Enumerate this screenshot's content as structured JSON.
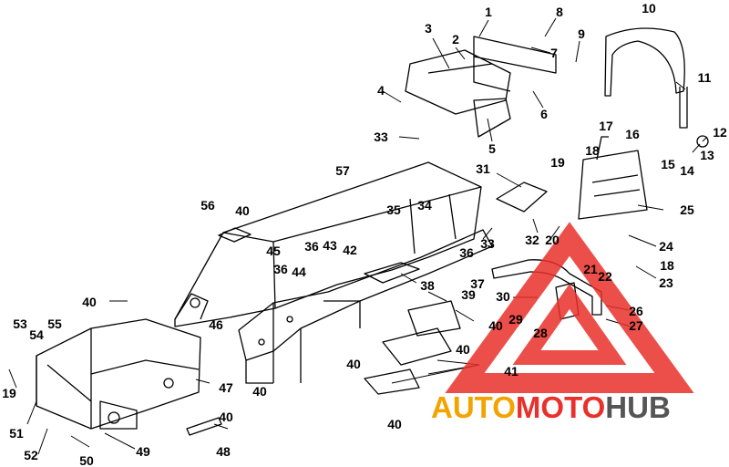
{
  "watermark": {
    "part1": "AUTO",
    "part2": "MOTO",
    "part3": "HUB",
    "colors": {
      "auto": "#f3a300",
      "moto": "#e9302a",
      "hub": "#555555",
      "triangle": "#e9302a"
    }
  },
  "callouts": [
    {
      "id": "c1",
      "text": "1"
    },
    {
      "id": "c2",
      "text": "2"
    },
    {
      "id": "c3",
      "text": "3"
    },
    {
      "id": "c4",
      "text": "4"
    },
    {
      "id": "c5",
      "text": "5"
    },
    {
      "id": "c6",
      "text": "6"
    },
    {
      "id": "c7",
      "text": "7"
    },
    {
      "id": "c8",
      "text": "8"
    },
    {
      "id": "c9",
      "text": "9"
    },
    {
      "id": "c10",
      "text": "10"
    },
    {
      "id": "c11",
      "text": "11"
    },
    {
      "id": "c12",
      "text": "12"
    },
    {
      "id": "c13",
      "text": "13"
    },
    {
      "id": "c14",
      "text": "14"
    },
    {
      "id": "c15",
      "text": "15"
    },
    {
      "id": "c16",
      "text": "16"
    },
    {
      "id": "c17",
      "text": "17"
    },
    {
      "id": "c18a",
      "text": "18"
    },
    {
      "id": "c18b",
      "text": "18"
    },
    {
      "id": "c19a",
      "text": "19"
    },
    {
      "id": "c19b",
      "text": "19"
    },
    {
      "id": "c20",
      "text": "20"
    },
    {
      "id": "c21",
      "text": "21"
    },
    {
      "id": "c22",
      "text": "22"
    },
    {
      "id": "c23",
      "text": "23"
    },
    {
      "id": "c24",
      "text": "24"
    },
    {
      "id": "c25",
      "text": "25"
    },
    {
      "id": "c26",
      "text": "26"
    },
    {
      "id": "c27",
      "text": "27"
    },
    {
      "id": "c28",
      "text": "28"
    },
    {
      "id": "c29",
      "text": "29"
    },
    {
      "id": "c30",
      "text": "30"
    },
    {
      "id": "c31",
      "text": "31"
    },
    {
      "id": "c32",
      "text": "32"
    },
    {
      "id": "c33a",
      "text": "33"
    },
    {
      "id": "c33b",
      "text": "33"
    },
    {
      "id": "c34",
      "text": "34"
    },
    {
      "id": "c35",
      "text": "35"
    },
    {
      "id": "c36a",
      "text": "36"
    },
    {
      "id": "c36b",
      "text": "36"
    },
    {
      "id": "c36c",
      "text": "36"
    },
    {
      "id": "c37",
      "text": "37"
    },
    {
      "id": "c38",
      "text": "38"
    },
    {
      "id": "c39",
      "text": "39"
    },
    {
      "id": "c40a",
      "text": "40"
    },
    {
      "id": "c40b",
      "text": "40"
    },
    {
      "id": "c40c",
      "text": "40"
    },
    {
      "id": "c40d",
      "text": "40"
    },
    {
      "id": "c40e",
      "text": "40"
    },
    {
      "id": "c40f",
      "text": "40"
    },
    {
      "id": "c40g",
      "text": "40"
    },
    {
      "id": "c40h",
      "text": "40"
    },
    {
      "id": "c41",
      "text": "41"
    },
    {
      "id": "c42",
      "text": "42"
    },
    {
      "id": "c43",
      "text": "43"
    },
    {
      "id": "c44",
      "text": "44"
    },
    {
      "id": "c45",
      "text": "45"
    },
    {
      "id": "c46",
      "text": "46"
    },
    {
      "id": "c47",
      "text": "47"
    },
    {
      "id": "c48",
      "text": "48"
    },
    {
      "id": "c49",
      "text": "49"
    },
    {
      "id": "c50",
      "text": "50"
    },
    {
      "id": "c51",
      "text": "51"
    },
    {
      "id": "c52",
      "text": "52"
    },
    {
      "id": "c53",
      "text": "53"
    },
    {
      "id": "c54",
      "text": "54"
    },
    {
      "id": "c55",
      "text": "55"
    },
    {
      "id": "c56",
      "text": "56"
    },
    {
      "id": "c57",
      "text": "57"
    }
  ]
}
